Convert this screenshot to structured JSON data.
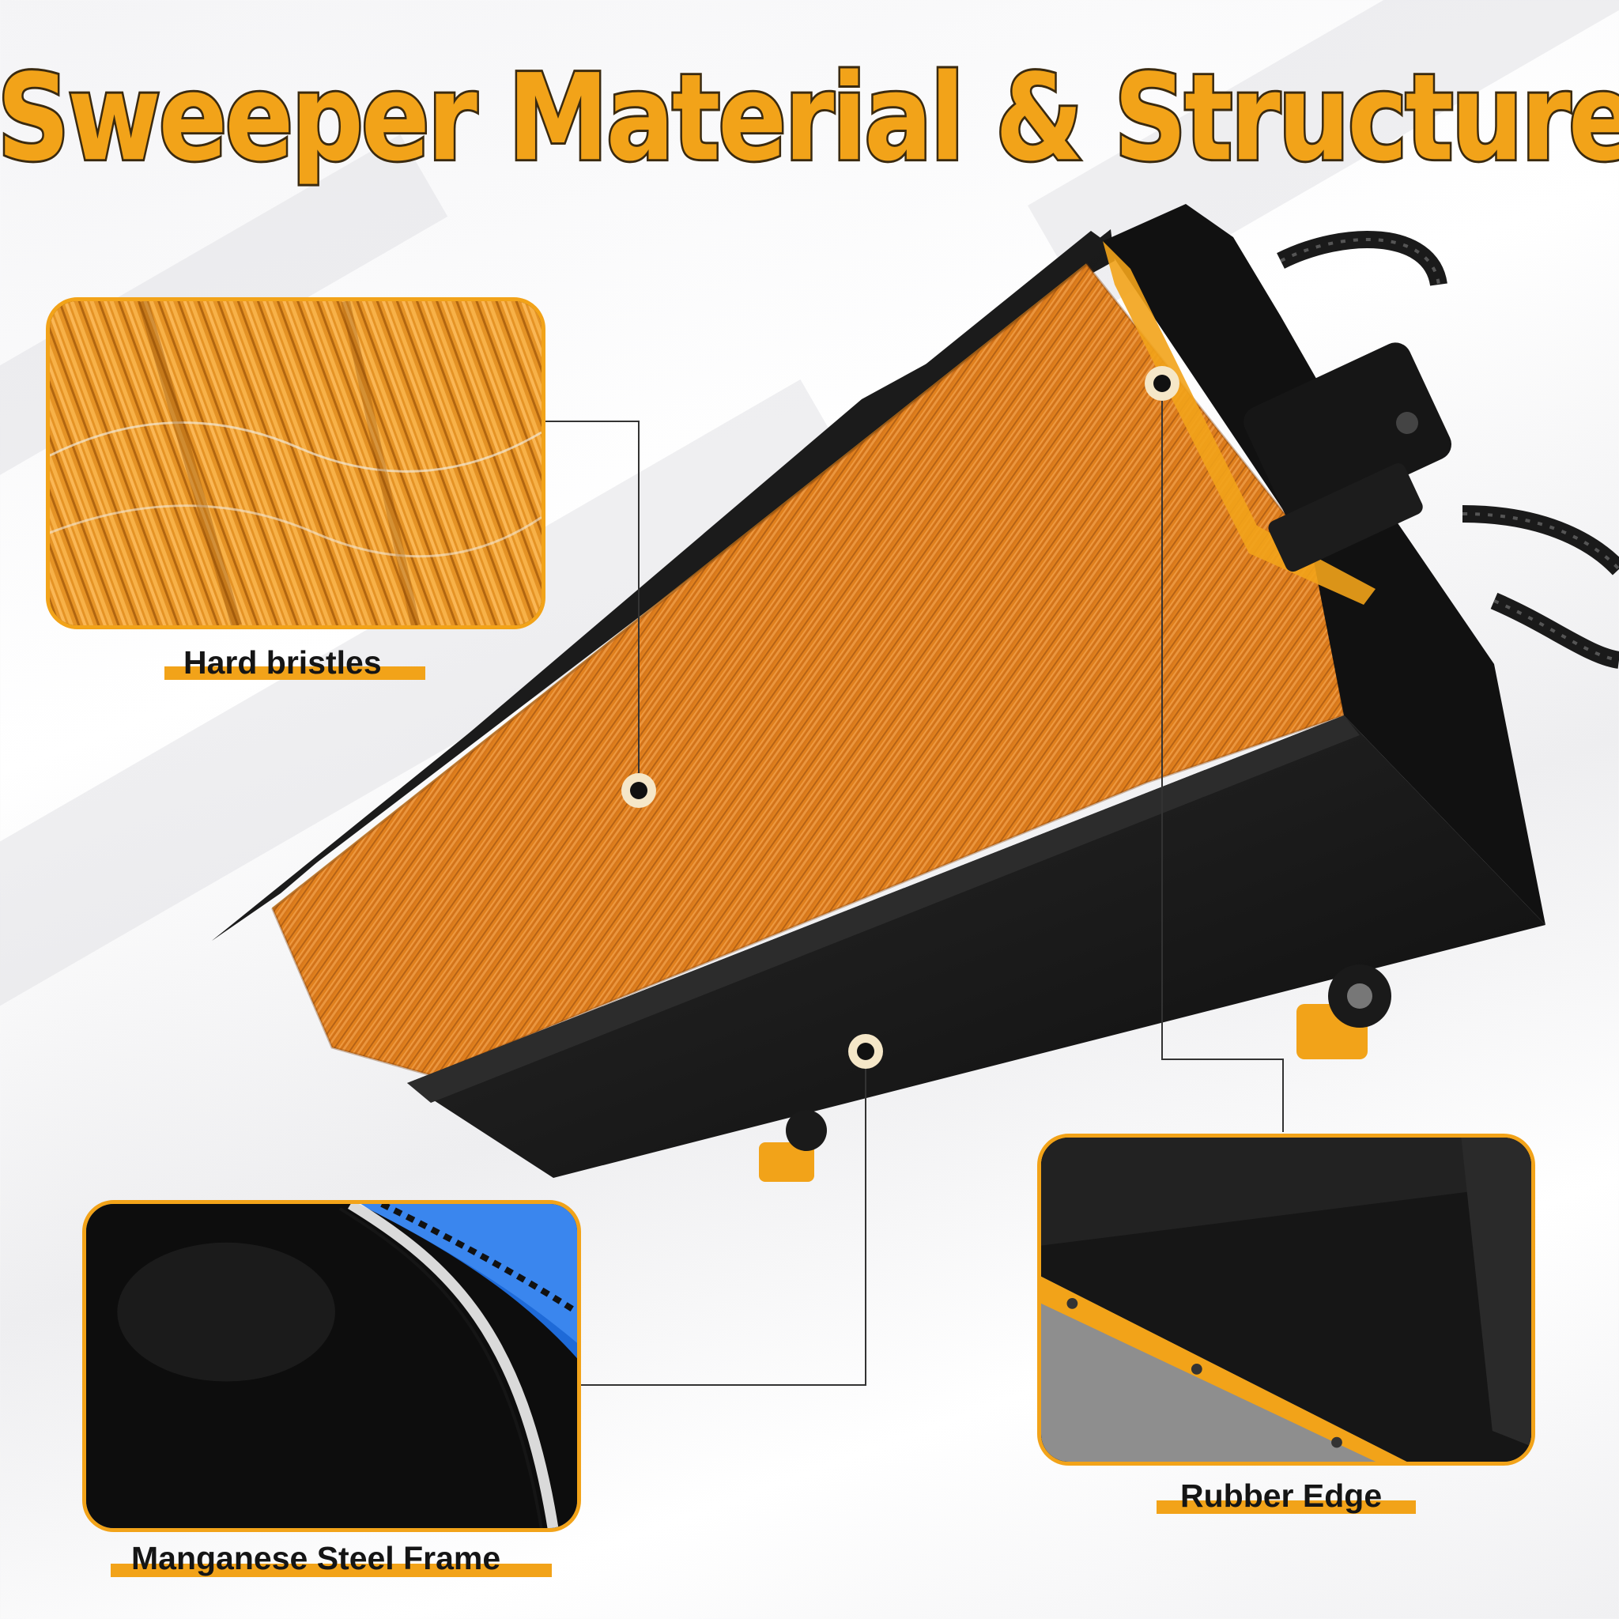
{
  "heading": "Sweeper Material & Structure",
  "features": {
    "hard_bristles": "Hard bristles",
    "rubber_edge": "Rubber Edge",
    "steel_frame": "Manganese Steel Frame"
  },
  "colors": {
    "accent": "#f2a319",
    "bristle": "#e8871f",
    "steel": "#141414"
  }
}
